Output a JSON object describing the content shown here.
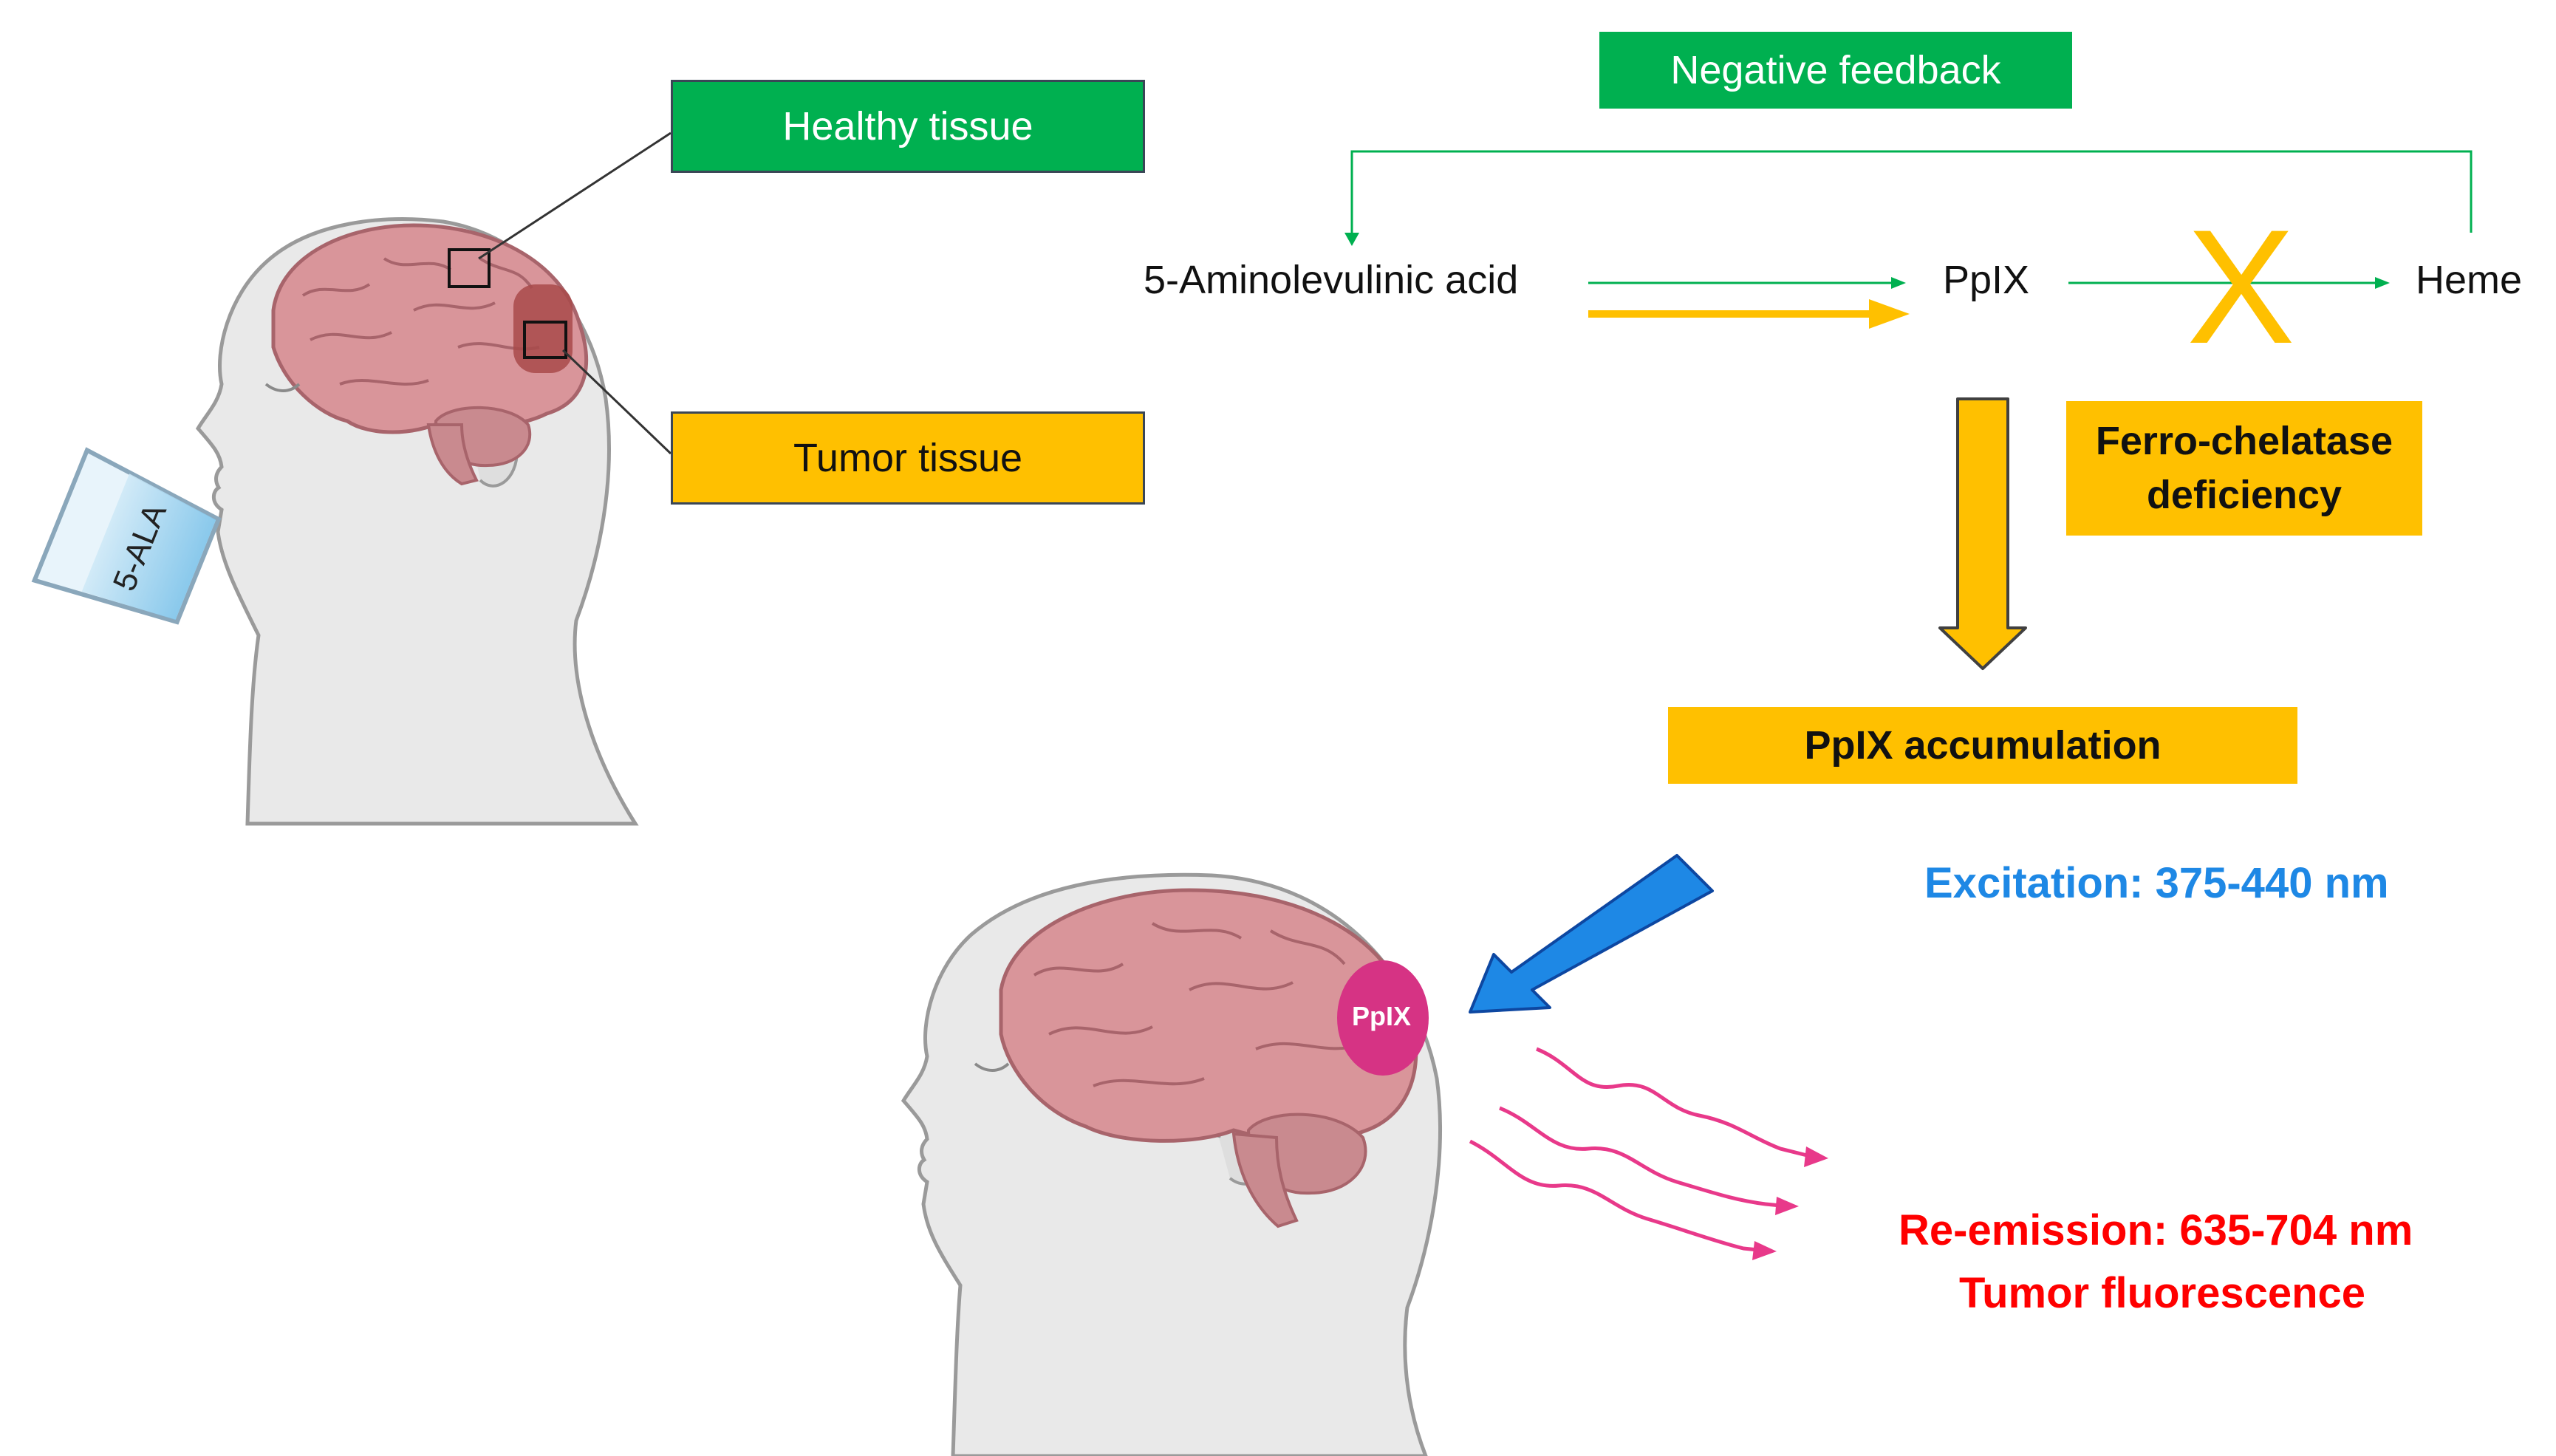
{
  "labels": {
    "healthy_tissue": "Healthy tissue",
    "tumor_tissue": "Tumor tissue",
    "negative_feedback": "Negative feedback",
    "ala": "5-Aminolevulinic acid",
    "ppix": "PpIX",
    "heme": "Heme",
    "block_mark": "X",
    "ferro_line1": "Ferro-chelatase",
    "ferro_line2": "deficiency",
    "accumulation": "PpIX accumulation",
    "excitation": "Excitation: 375-440 nm",
    "reemission": "Re-emission: 635-704 nm",
    "tumor_fluorescence": "Tumor fluorescence",
    "glass_label": "5-ALA",
    "tumor_mass_label": "PpIX"
  },
  "colors": {
    "green": "#00b050",
    "amber": "#ffc000",
    "blue": "#1e88e5",
    "red": "#ff0000",
    "magenta": "#e8398a",
    "brain": "#d9959a",
    "skin": "#e9e9e9"
  }
}
